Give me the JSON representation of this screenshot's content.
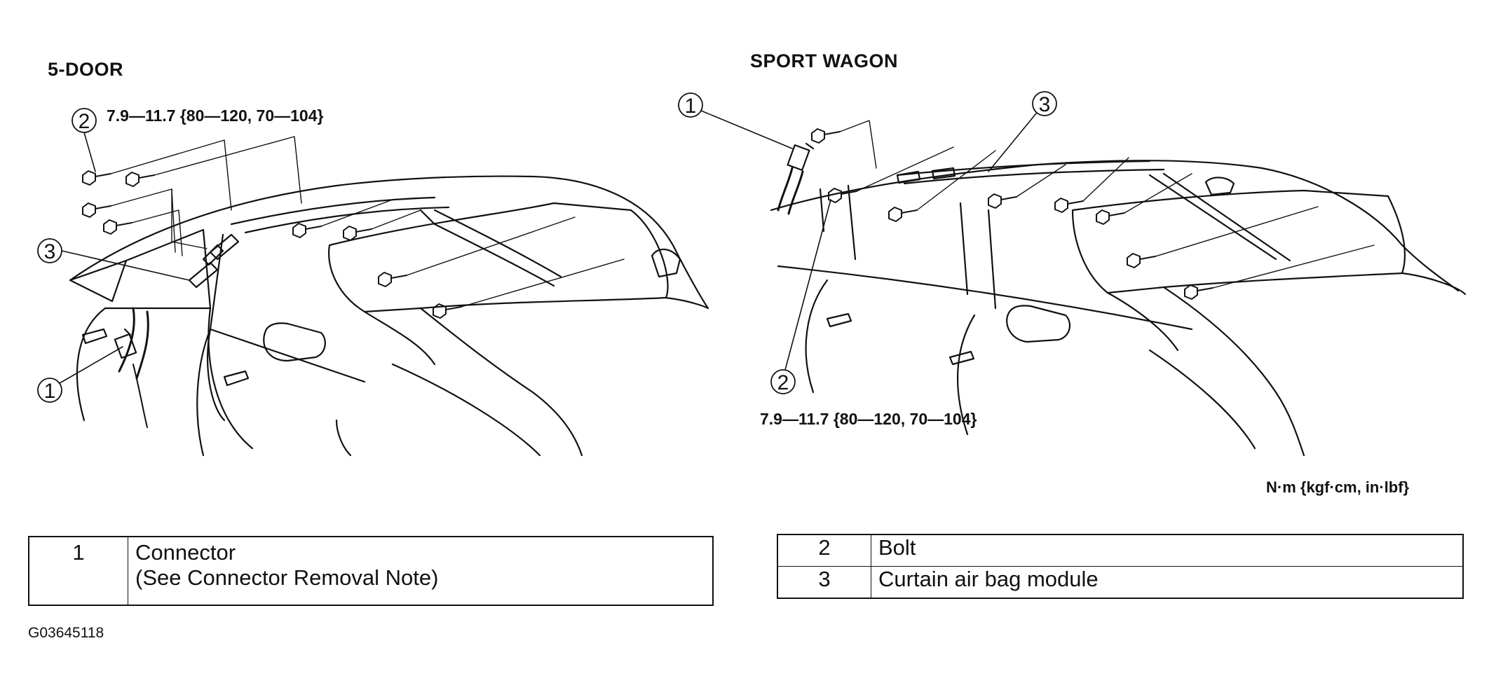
{
  "panels": {
    "left": {
      "heading": "5-DOOR",
      "torque": "7.9—11.7 {80—120, 70—104}",
      "callouts": [
        "1",
        "2",
        "3"
      ]
    },
    "right": {
      "heading": "SPORT WAGON",
      "torque": "7.9—11.7 {80—120, 70—104}",
      "callouts": [
        "1",
        "2",
        "3"
      ]
    }
  },
  "units_note": "N·m {kgf·cm, in·lbf}",
  "legend_left": [
    {
      "num": "1",
      "line1": "Connector",
      "line2": "(See  Connector Removal Note)"
    }
  ],
  "legend_right": [
    {
      "num": "2",
      "desc": "Bolt"
    },
    {
      "num": "3",
      "desc": "Curtain air bag module"
    }
  ],
  "figure_id": "G03645118",
  "colors": {
    "ink": "#111111",
    "paper": "#ffffff"
  }
}
